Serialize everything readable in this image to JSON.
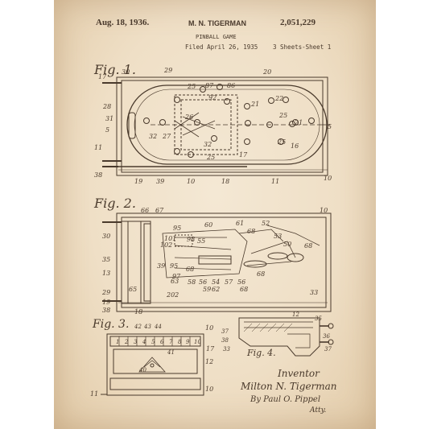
{
  "header": {
    "date": "Aug. 18, 1936.",
    "inventor": "M. N. TIGERMAN",
    "patent_number": "2,051,229",
    "title": "PINBALL GAME",
    "filed": "Filed April 26, 1935",
    "sheets": "3 Sheets-Sheet 1"
  },
  "figures": {
    "fig1": "Fig. 1.",
    "fig2": "Fig. 2.",
    "fig3": "Fig. 3.",
    "fig4": "Fig. 4."
  },
  "signature": {
    "label": "Inventor",
    "name": "Milton N. Tigerman",
    "by": "By Paul O. Pippel",
    "atty": "Atty."
  },
  "colors": {
    "paper": "#efdfc6",
    "ink": "#4a3a2c"
  }
}
